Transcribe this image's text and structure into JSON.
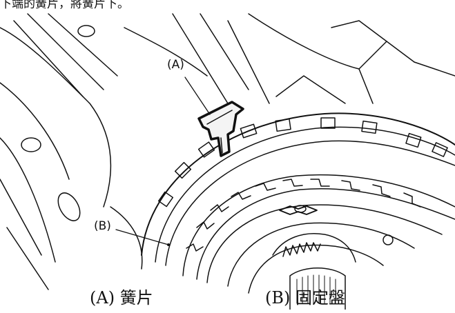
{
  "header": {
    "cut_text": "下端的簧片，將簧片下。"
  },
  "callouts": {
    "a": "(A)",
    "b": "(B)"
  },
  "captions": {
    "a": "(A) 簧片",
    "b": "(B) 固定盤"
  },
  "colors": {
    "line": "#111111",
    "background": "#ffffff"
  }
}
